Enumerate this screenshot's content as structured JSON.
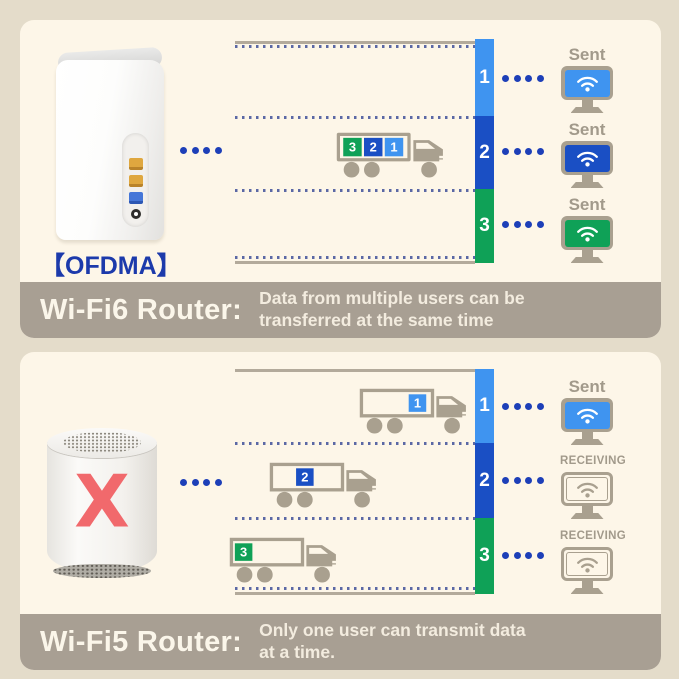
{
  "colors": {
    "background": "#e4dcca",
    "panel_background": "#fdf6e8",
    "caption_bar": "#a89f93",
    "caption_text": "#f6efe2",
    "channel_1": "#3f94f0",
    "channel_2": "#1a4fc4",
    "channel_3": "#0fa157",
    "signal_dot_blue": "#1d3fb8",
    "dotted_line_blue": "#5b68a5",
    "solid_line_taupe": "#b3aa9b",
    "graphic_taupe": "#a9a08f",
    "ofdma_label_blue": "#1c3aab",
    "error_x_red": "#f1696c"
  },
  "panels": {
    "wifi6": {
      "router_label": "【OFDMA】",
      "caption": {
        "title": "Wi-Fi6 Router:",
        "line1": "Data from multiple users can be",
        "line2": "transferred at the same time"
      },
      "channels": [
        {
          "number": "1",
          "monitor_label": "Sent"
        },
        {
          "number": "2",
          "monitor_label": "Sent"
        },
        {
          "number": "3",
          "monitor_label": "Sent"
        }
      ],
      "truck_boxes": [
        {
          "number": "3"
        },
        {
          "number": "2"
        },
        {
          "number": "1"
        }
      ]
    },
    "wifi5": {
      "router_label": "X",
      "caption": {
        "title": "Wi-Fi5 Router:",
        "line1": "Only one user can transmit data",
        "line2": "at a time."
      },
      "channels": [
        {
          "number": "1",
          "monitor_label": "Sent"
        },
        {
          "number": "2",
          "monitor_label": "RECEIVING"
        },
        {
          "number": "3",
          "monitor_label": "RECEIVING"
        }
      ],
      "trucks": [
        {
          "number": "1"
        },
        {
          "number": "2"
        },
        {
          "number": "3"
        }
      ]
    }
  }
}
